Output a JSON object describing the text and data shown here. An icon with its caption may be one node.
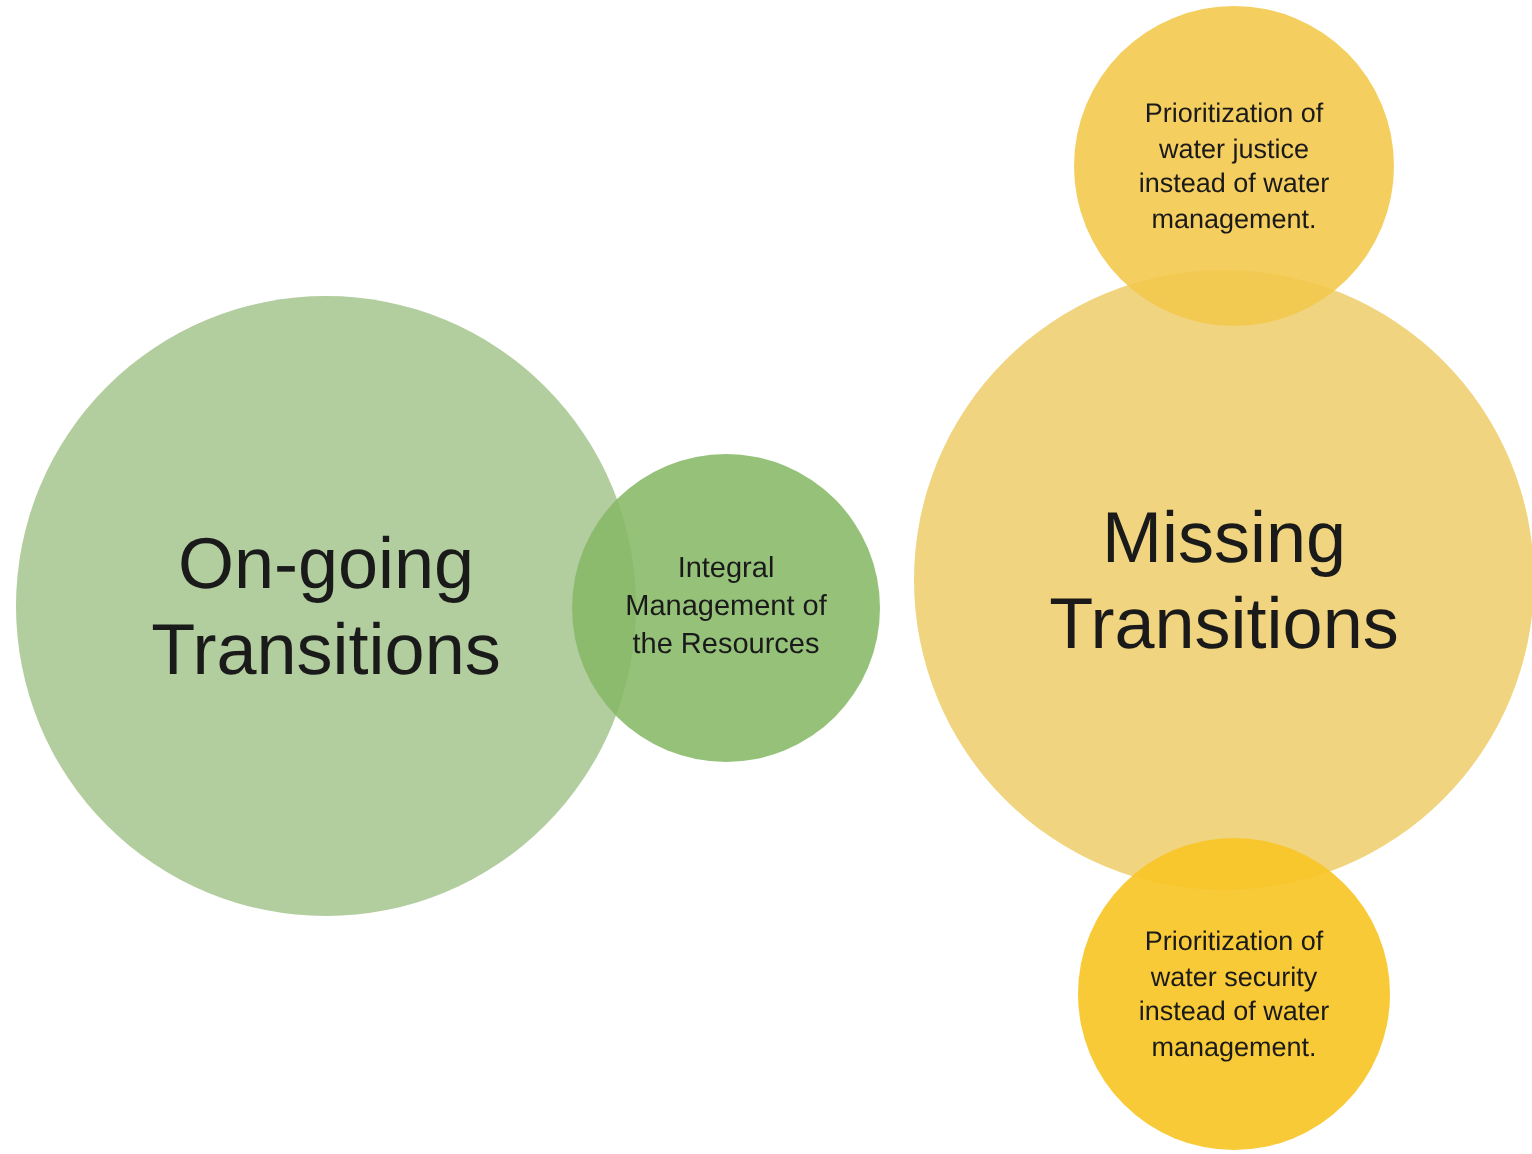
{
  "diagram": {
    "nodes": [
      {
        "text": [
          "On-going Transitions"
        ]
      },
      {
        "text": [
          "Integral Management of the Resources"
        ]
      },
      {
        "text": [
          "Prioritization of water justice instead of water management."
        ]
      },
      {
        "text": [
          "Missing Transitions"
        ]
      },
      {
        "text": [
          "Prioritization of water security instead of water management."
        ]
      }
    ]
  }
}
